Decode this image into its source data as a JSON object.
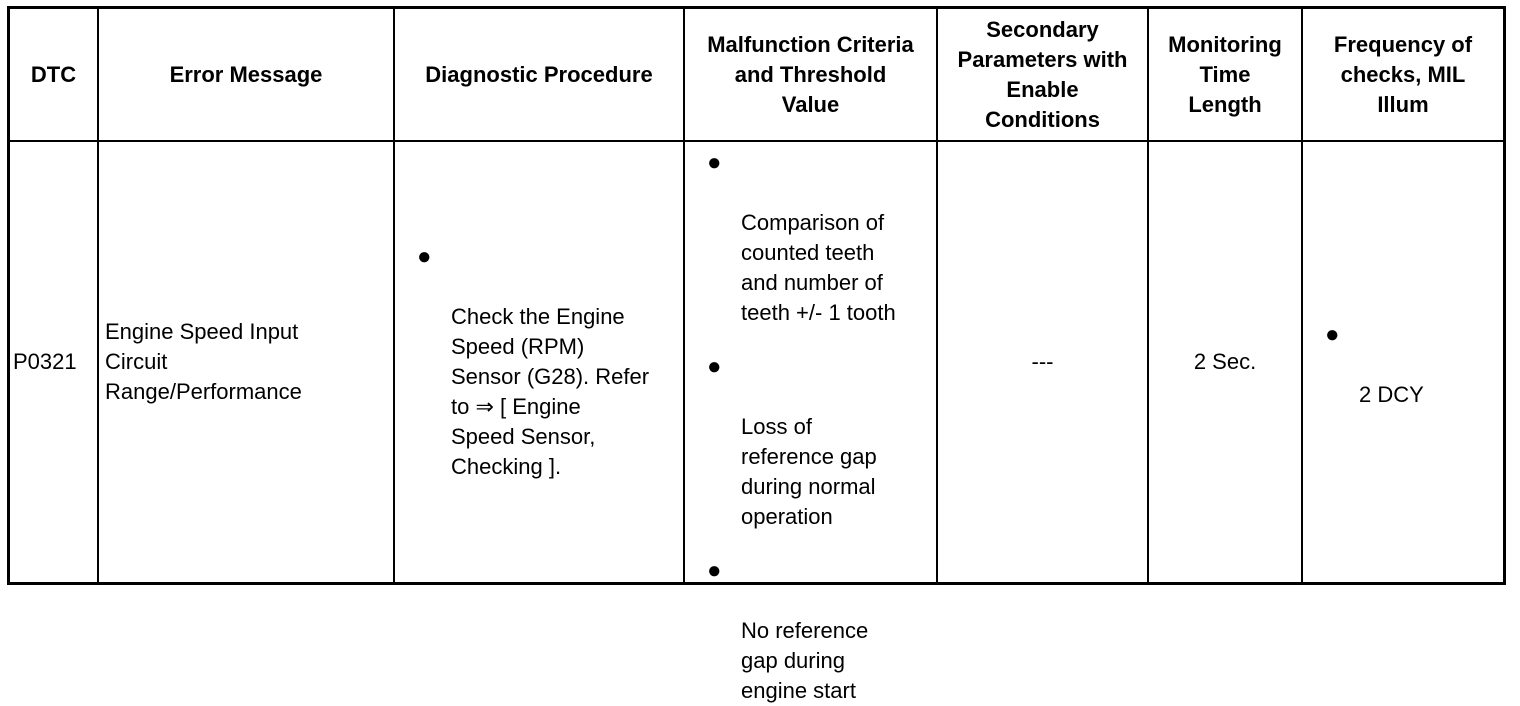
{
  "headers": {
    "dtc": "DTC",
    "error_message": "Error Message",
    "diagnostic_procedure": "Diagnostic Procedure",
    "malfunction_criteria": "Malfunction Criteria\nand Threshold\nValue",
    "secondary_parameters": "Secondary\nParameters with\nEnable\nConditions",
    "monitoring_time": "Monitoring\nTime\nLength",
    "frequency": "Frequency of\nchecks, MIL\nIllum"
  },
  "row": {
    "dtc": "P0321",
    "error_message": "Engine Speed Input\nCircuit\nRange/Performance",
    "diagnostic_procedure": [
      "Check the Engine\nSpeed (RPM)\nSensor (G28). Refer\nto ⇒ [ Engine\nSpeed Sensor,\nChecking ]."
    ],
    "malfunction_criteria": [
      "Comparison of\ncounted teeth\nand number of\nteeth +/- 1 tooth",
      "Loss of\nreference gap\nduring normal\noperation",
      "No reference\ngap during\nengine start"
    ],
    "secondary_parameters": "---",
    "monitoring_time": "2 Sec.",
    "frequency": [
      "2 DCY"
    ]
  },
  "bullet_glyph": "●"
}
